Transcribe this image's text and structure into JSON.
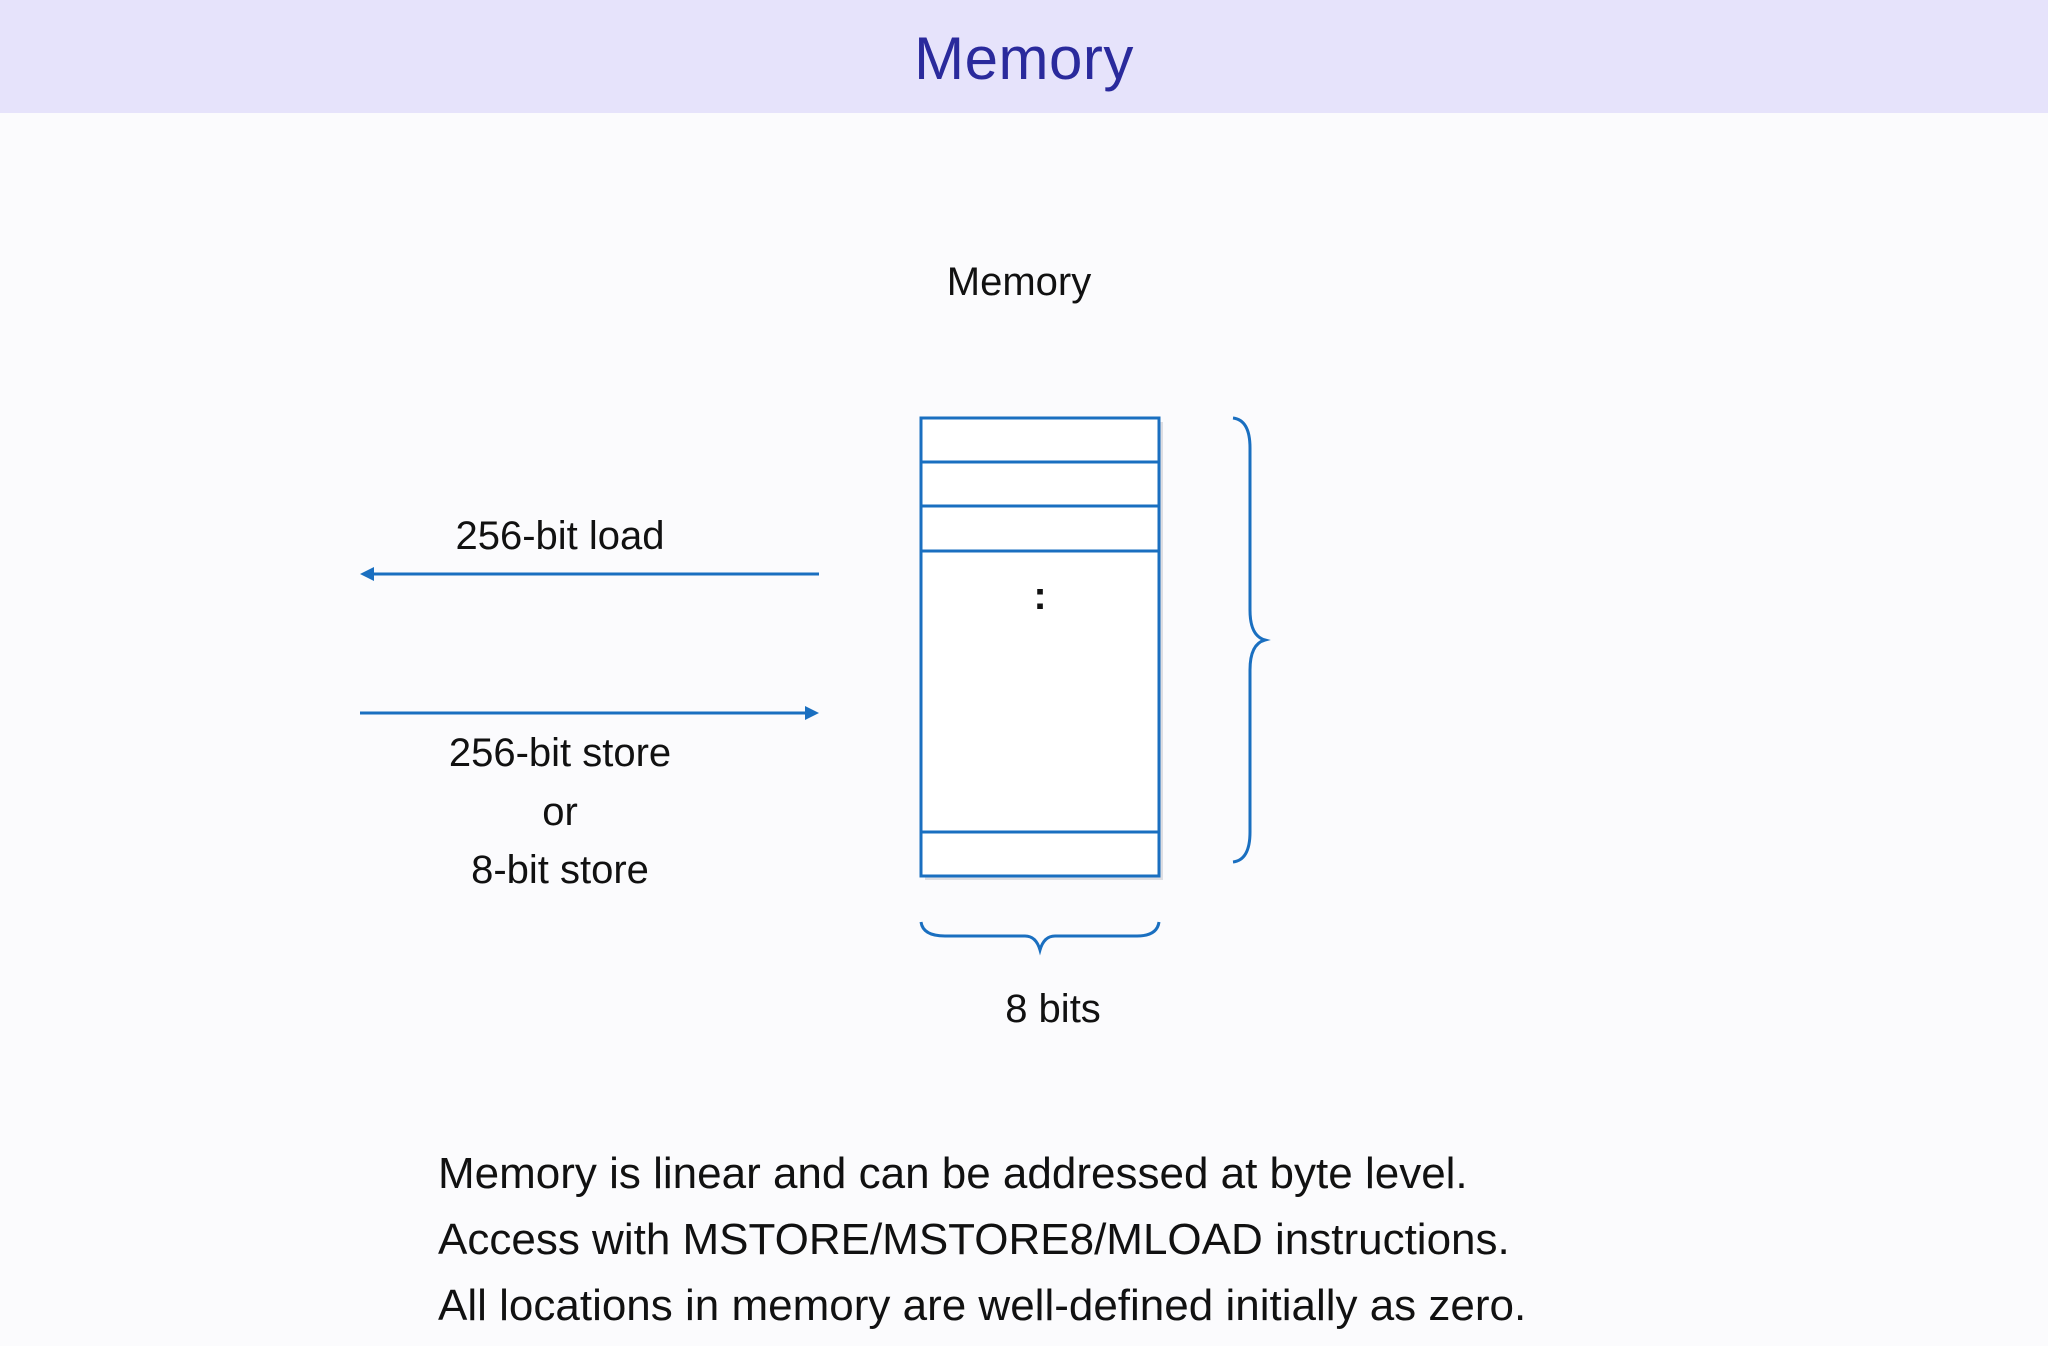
{
  "header": {
    "title": "Memory"
  },
  "diagram": {
    "memory_label": "Memory",
    "load_label": "256-bit load",
    "store_labels": [
      "256-bit store",
      "or",
      "8-bit store"
    ],
    "ellipsis": ":",
    "width_label": "8 bits",
    "stroke_color": "#1a6fc0",
    "cells_above_ellipsis": 3,
    "cells_below_ellipsis": 1
  },
  "body": {
    "lines": [
      "Memory is linear and can be addressed at byte level.",
      "Access with MSTORE/MSTORE8/MLOAD instructions.",
      "All locations in memory are well-defined initially as zero."
    ]
  }
}
